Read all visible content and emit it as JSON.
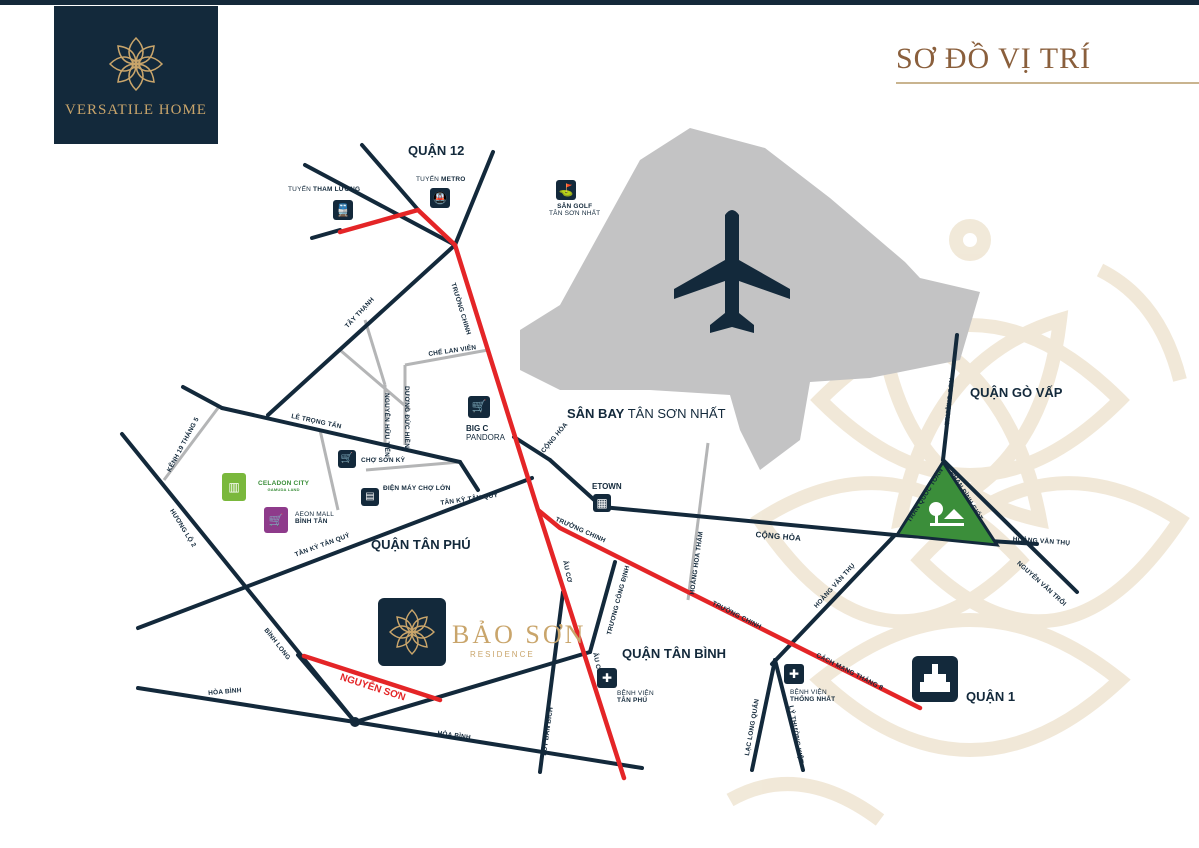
{
  "brand": {
    "name": "VERSATILE HOME"
  },
  "title": "SƠ ĐỒ VỊ TRÍ",
  "project": {
    "name": "BẢO SƠN",
    "sub": "RESIDENCE"
  },
  "colors": {
    "navy": "#13293b",
    "red": "#e42527",
    "gold": "#c9a56b",
    "gray": "#c3c3c4",
    "green": "#3b8e3a"
  },
  "districts": {
    "q12": "QUẬN 12",
    "tanphu": "QUẬN TÂN PHÚ",
    "tanbinh": "QUẬN TÂN BÌNH",
    "govap": "QUẬN GÒ VẤP",
    "q1": "QUẬN 1"
  },
  "airport": {
    "name_bold": "SÂN BAY",
    "name_rest": " TÂN SƠN NHẤT"
  },
  "pois": {
    "tham_luong": {
      "pre": "TUYẾN ",
      "bold": "THAM LƯƠNG"
    },
    "metro": {
      "pre": "TUYẾN ",
      "bold": "METRO"
    },
    "golf": {
      "line1": "SÂN GOLF",
      "line2": "TÂN SƠN NHẤT"
    },
    "bigc": {
      "line1": "BIG C",
      "line2": "PANDORA"
    },
    "etown": "ETOWN",
    "cho_son_ky": "CHỢ SƠN KỲ",
    "dien_may": "ĐIỆN MÁY CHỢ LỚN",
    "celadon": {
      "line1": "CELADON CITY",
      "line2": "GAMUDA LAND"
    },
    "aeon": {
      "line1": "AEON MALL",
      "line2": "BÌNH TÂN"
    },
    "bv_tanphu": {
      "line1": "BỆNH VIỆN",
      "line2": "TÂN PHÚ"
    },
    "bv_thongnhat": {
      "line1": "BỆNH VIỆN",
      "line2": "THỐNG NHẤT"
    }
  },
  "roads": {
    "truong_chinh": "TRƯỜNG CHINH",
    "tay_thanh": "TÂY THẠNH",
    "che_lan_vien": "CHẾ LAN VIÊN",
    "le_trong_tan": "LÊ TRỌNG TẤN",
    "nguyen_huu_tien": "NGUYỄN HỮU TIẾN",
    "duong_duc_hien": "DƯƠNG ĐỨC HIỀN",
    "tan_ky_tan_quy": "TÂN KỲ TÂN QUÝ",
    "kenh_19_5": "KÊNH 19 THÁNG 5",
    "huong_lo_2": "HƯƠNG LỘ 2",
    "cong_hoa": "CỘNG HÒA",
    "au_co": "ÂU CƠ",
    "truong_cong_dinh": "TRƯƠNG CÔNG ĐỊNH",
    "hoang_hoa_tham": "HOÀNG HOA THÁM",
    "hoang_van_thu": "HOÀNG VĂN THỤ",
    "cmt8": "CÁCH MẠNG THÁNG 8",
    "binh_long": "BÌNH LONG",
    "nguyen_son": "NGUYỄN SƠN",
    "hoa_binh": "HÒA BÌNH",
    "luy_ban_bich": "LŨY BÁN BÍCH",
    "lac_long_quan": "LẠC LONG QUÂN",
    "ly_thuong_kiet": "LÝ THƯỜNG KIỆT",
    "truong_son": "TRƯỜNG SƠN",
    "tran_quoc_toan": "TRẦN QUỐC TOẢN",
    "phan_dinh_giot": "PHAN ĐÌNH GIÓT",
    "nguyen_van_troi": "NGUYỄN VĂN TRỖI"
  },
  "icons": [
    "plane-icon",
    "train-icon",
    "golf-icon",
    "cart-icon",
    "building-icon",
    "hospital-icon",
    "park-icon",
    "landmark-icon",
    "lotus-icon"
  ]
}
